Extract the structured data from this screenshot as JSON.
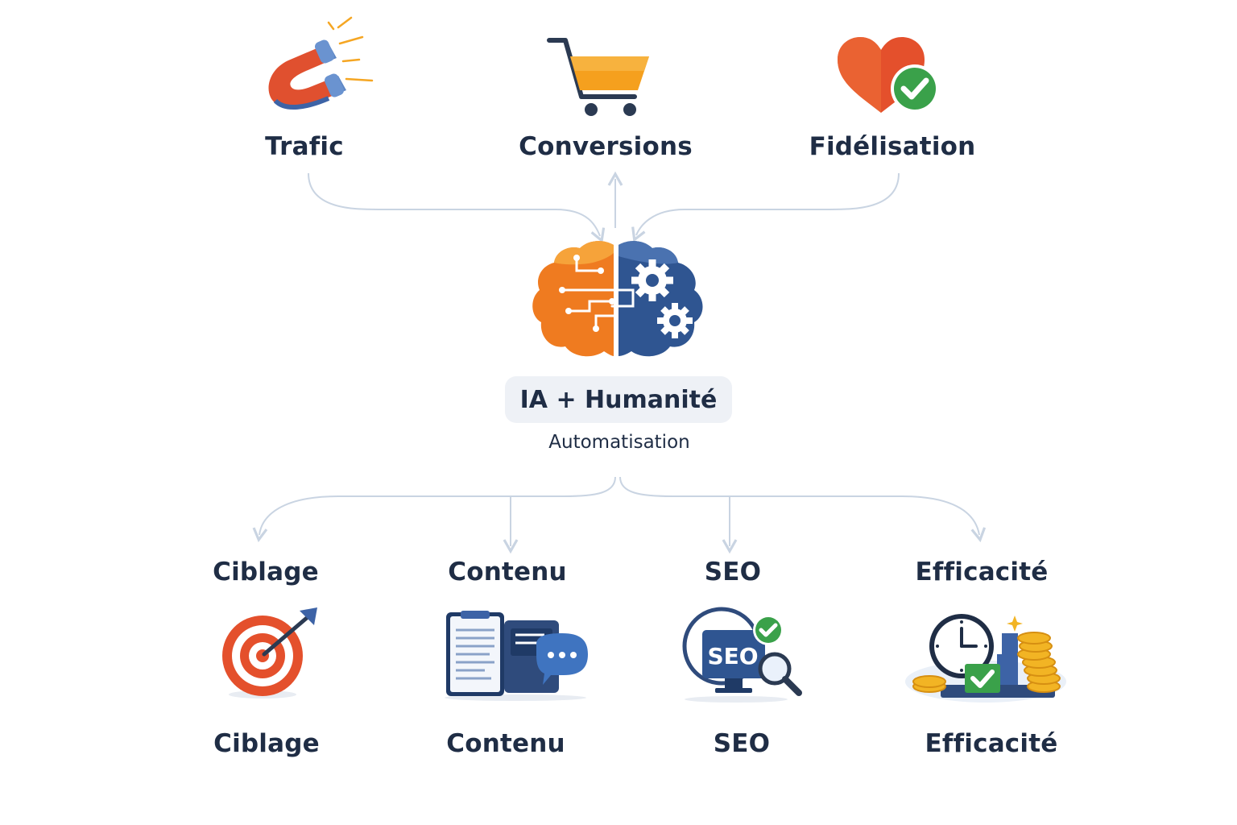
{
  "top_nodes": [
    {
      "label": "Trafic",
      "icon": "magnet-icon"
    },
    {
      "label": "Conversions",
      "icon": "shopping-cart-icon"
    },
    {
      "label": "Fidélisation",
      "icon": "heart-check-icon"
    }
  ],
  "center": {
    "title": "IA + Humanité",
    "subtitle": "Automatisation",
    "icon": "brain-gears-icon"
  },
  "bottom_nodes": [
    {
      "label": "Ciblage",
      "caption": "Ciblage",
      "icon": "target-arrow-icon"
    },
    {
      "label": "Contenu",
      "caption": "Contenu",
      "icon": "document-chat-icon"
    },
    {
      "label": "SEO",
      "caption": "SEO",
      "icon": "seo-monitor-icon",
      "icon_text": "SEO"
    },
    {
      "label": "Efficacité",
      "caption": "Efficacité",
      "icon": "clock-coins-icon"
    }
  ],
  "colors": {
    "text": "#1f2d45",
    "connector": "#c9d4e2",
    "orange": "#f0862a",
    "navy": "#2b4a7e",
    "green": "#3aa14a",
    "pill_bg": "#eef1f6"
  }
}
